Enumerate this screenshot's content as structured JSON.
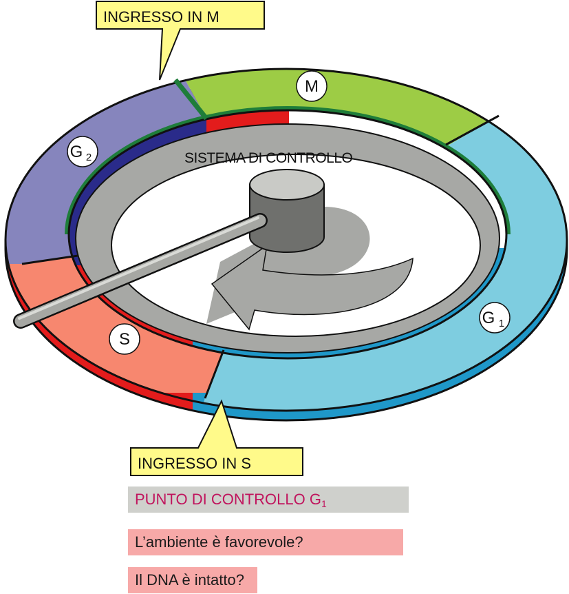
{
  "callouts": {
    "entry_m": "INGRESSO IN M",
    "entry_s": "INGRESSO IN S"
  },
  "phases": {
    "m": {
      "label": "M",
      "color": "#9dcc45"
    },
    "g1": {
      "label": "G",
      "subscript": "1",
      "color": "#7ecde0"
    },
    "g2": {
      "label": "G",
      "subscript": "2",
      "color": "#8685bd"
    },
    "s": {
      "label": "S",
      "color": "#f7876f"
    }
  },
  "control_system": {
    "label": "SISTEMA DI CONTROLLO"
  },
  "checkpoint": {
    "title": "PUNTO DI CONTROLLO G",
    "title_subscript": "1",
    "questions": [
      "L’ambiente è favorevole?",
      "Il DNA è intatto?"
    ]
  },
  "colors": {
    "callout_fill": "#fffa8a",
    "checkpoint_bg": "#cfd0cc",
    "checkpoint_text": "#c0145d",
    "question_bg": "#f7a9a8",
    "inner_disk": "#a7a8a5"
  }
}
